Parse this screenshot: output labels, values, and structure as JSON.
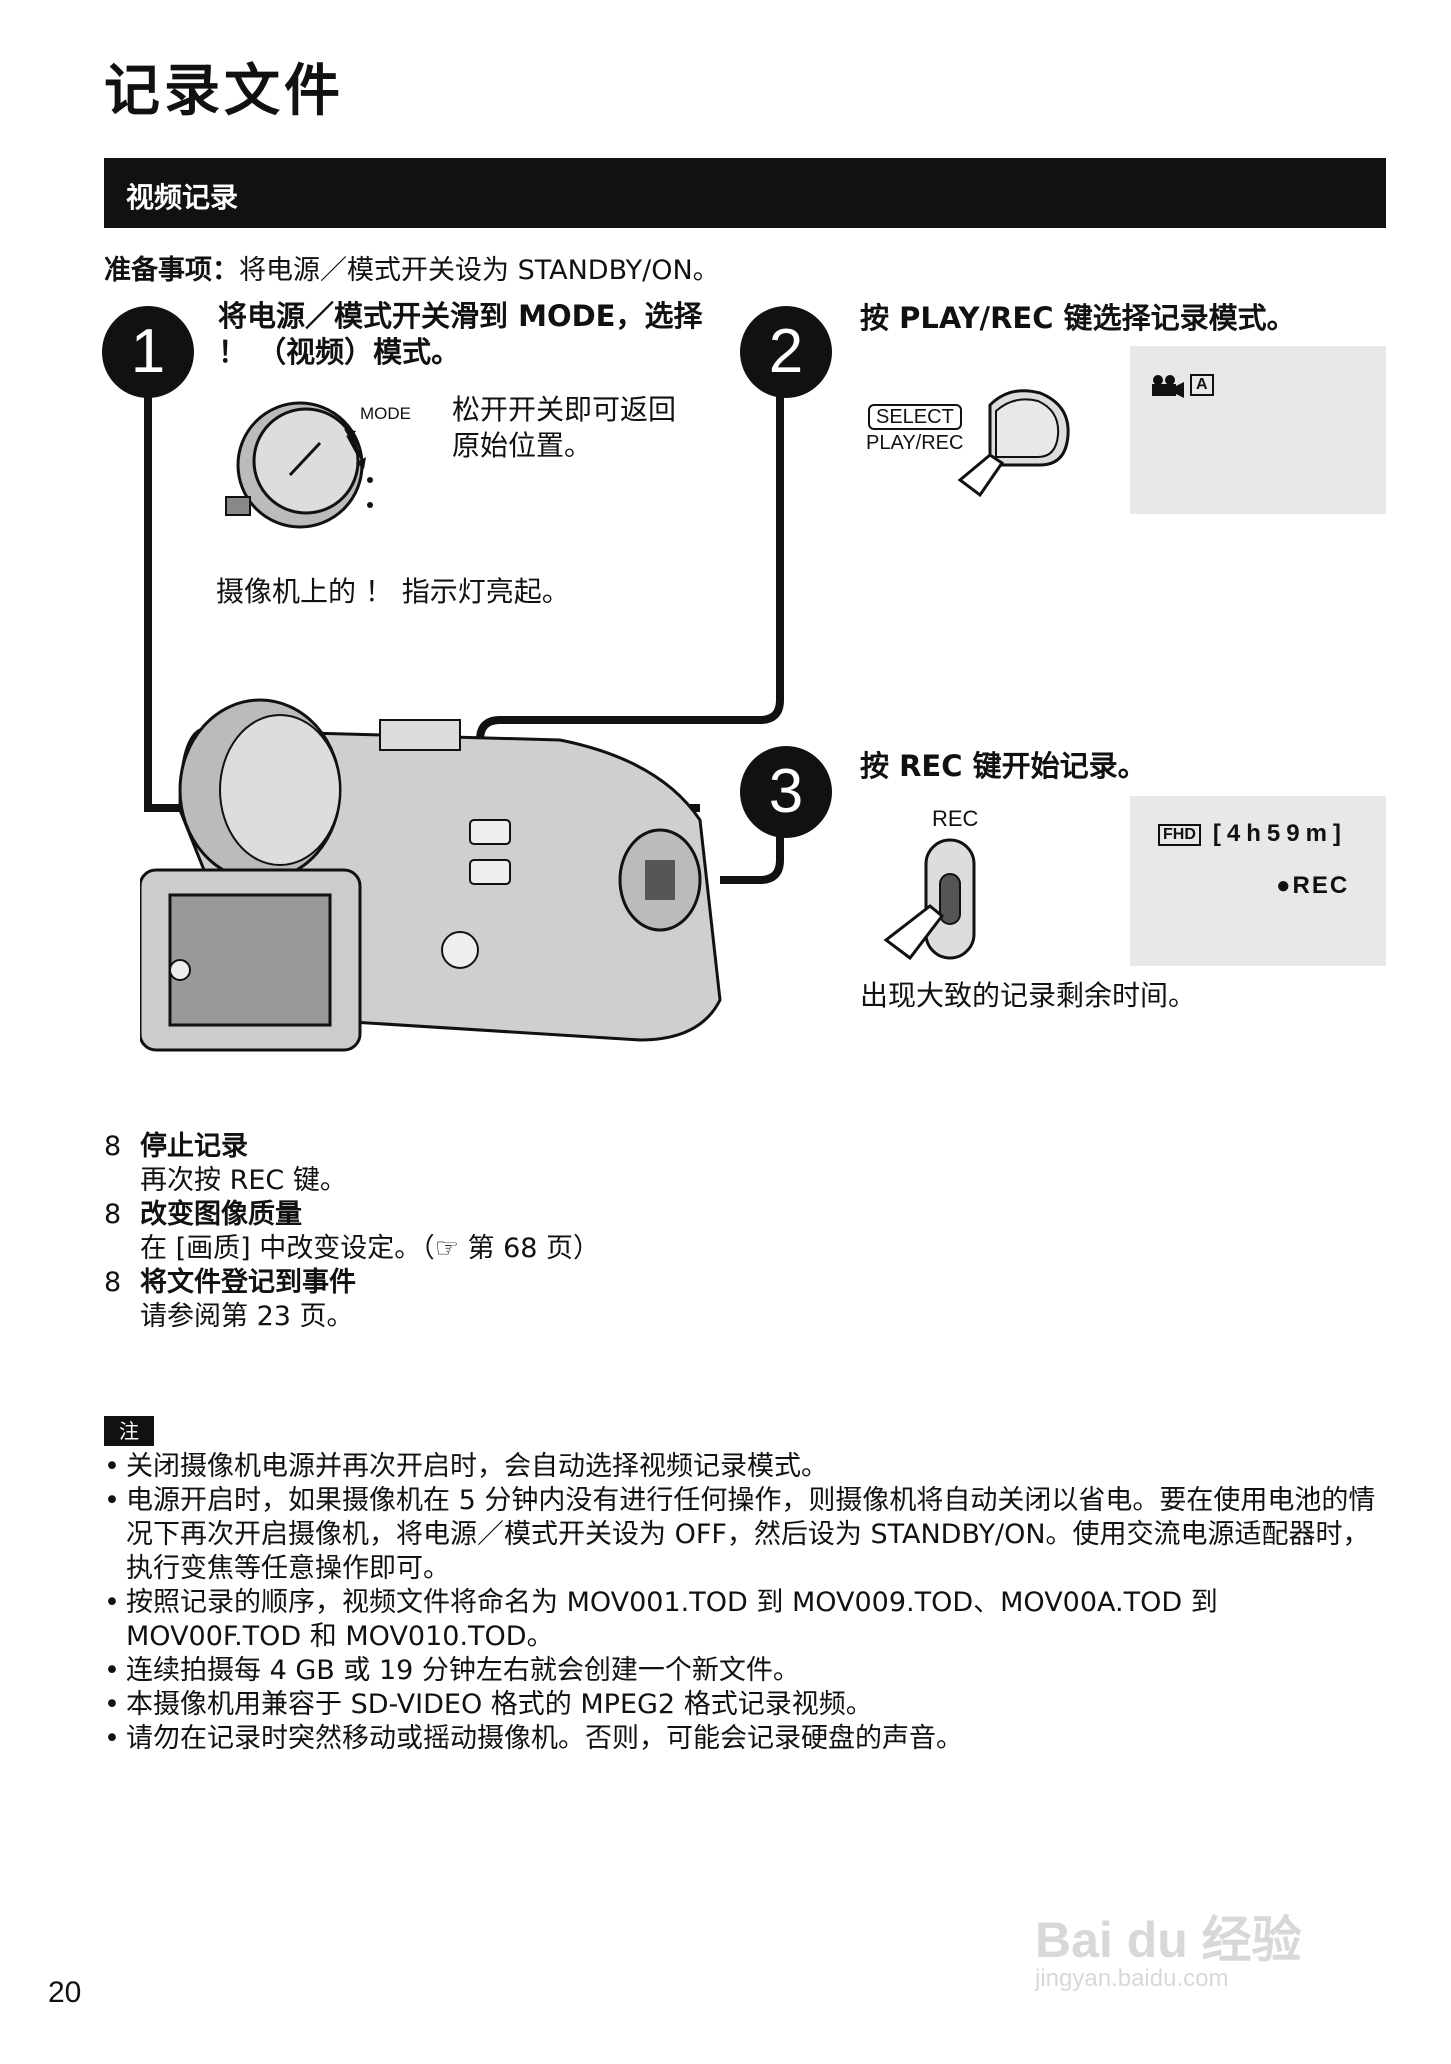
{
  "page": {
    "title": "记录文件",
    "section": "视频记录",
    "prep_label": "准备事项：",
    "prep_text": "将电源／模式开关设为 STANDBY/ON。",
    "page_number": "20"
  },
  "step1": {
    "num": "1",
    "title_line1": "将电源／模式开关滑到 MODE，选择",
    "title_line2": "！ （视频）模式。",
    "mode_label": "MODE",
    "release_line1": "松开开关即可返回",
    "release_line2": "原始位置。",
    "indicator": "摄像机上的 ！  指示灯亮起。"
  },
  "step2": {
    "num": "2",
    "title": "按 PLAY/REC 键选择记录模式。",
    "select_label": "SELECT",
    "playrec_label": "PLAY/REC",
    "lcd_badge": "A"
  },
  "step3": {
    "num": "3",
    "title": "按 REC 键开始记录。",
    "rec_label": "REC",
    "fhd": "FHD",
    "time": "[4h59m]",
    "rec_status": "●REC",
    "remaining": "出现大致的记录剩余时间。"
  },
  "tips": [
    {
      "mark": "8",
      "head": "停止记录",
      "sub": "再次按 REC 键。"
    },
    {
      "mark": "8",
      "head": "改变图像质量",
      "sub": "在 [画质] 中改变设定。（☞ 第 68 页）"
    },
    {
      "mark": "8",
      "head": "将文件登记到事件",
      "sub": "请参阅第 23 页。"
    }
  ],
  "notes": {
    "label": "注",
    "items": [
      "关闭摄像机电源并再次开启时，会自动选择视频记录模式。",
      "电源开启时，如果摄像机在 5 分钟内没有进行任何操作，则摄像机将自动关闭以省电。要在使用电池的情况下再次开启摄像机，将电源／模式开关设为 OFF，然后设为 STANDBY/ON。使用交流电源适配器时，执行变焦等任意操作即可。",
      "按照记录的顺序，视频文件将命名为 MOV001.TOD 到 MOV009.TOD、MOV00A.TOD 到 MOV00F.TOD 和 MOV010.TOD。",
      "连续拍摄每 4 GB 或 19 分钟左右就会创建一个新文件。",
      "本摄像机用兼容于 SD-VIDEO 格式的 MPEG2 格式记录视频。",
      "请勿在记录时突然移动或摇动摄像机。否则，可能会记录硬盘的声音。"
    ]
  },
  "watermark": {
    "brand": "Bai du 经验",
    "url": "jingyan.baidu.com"
  }
}
